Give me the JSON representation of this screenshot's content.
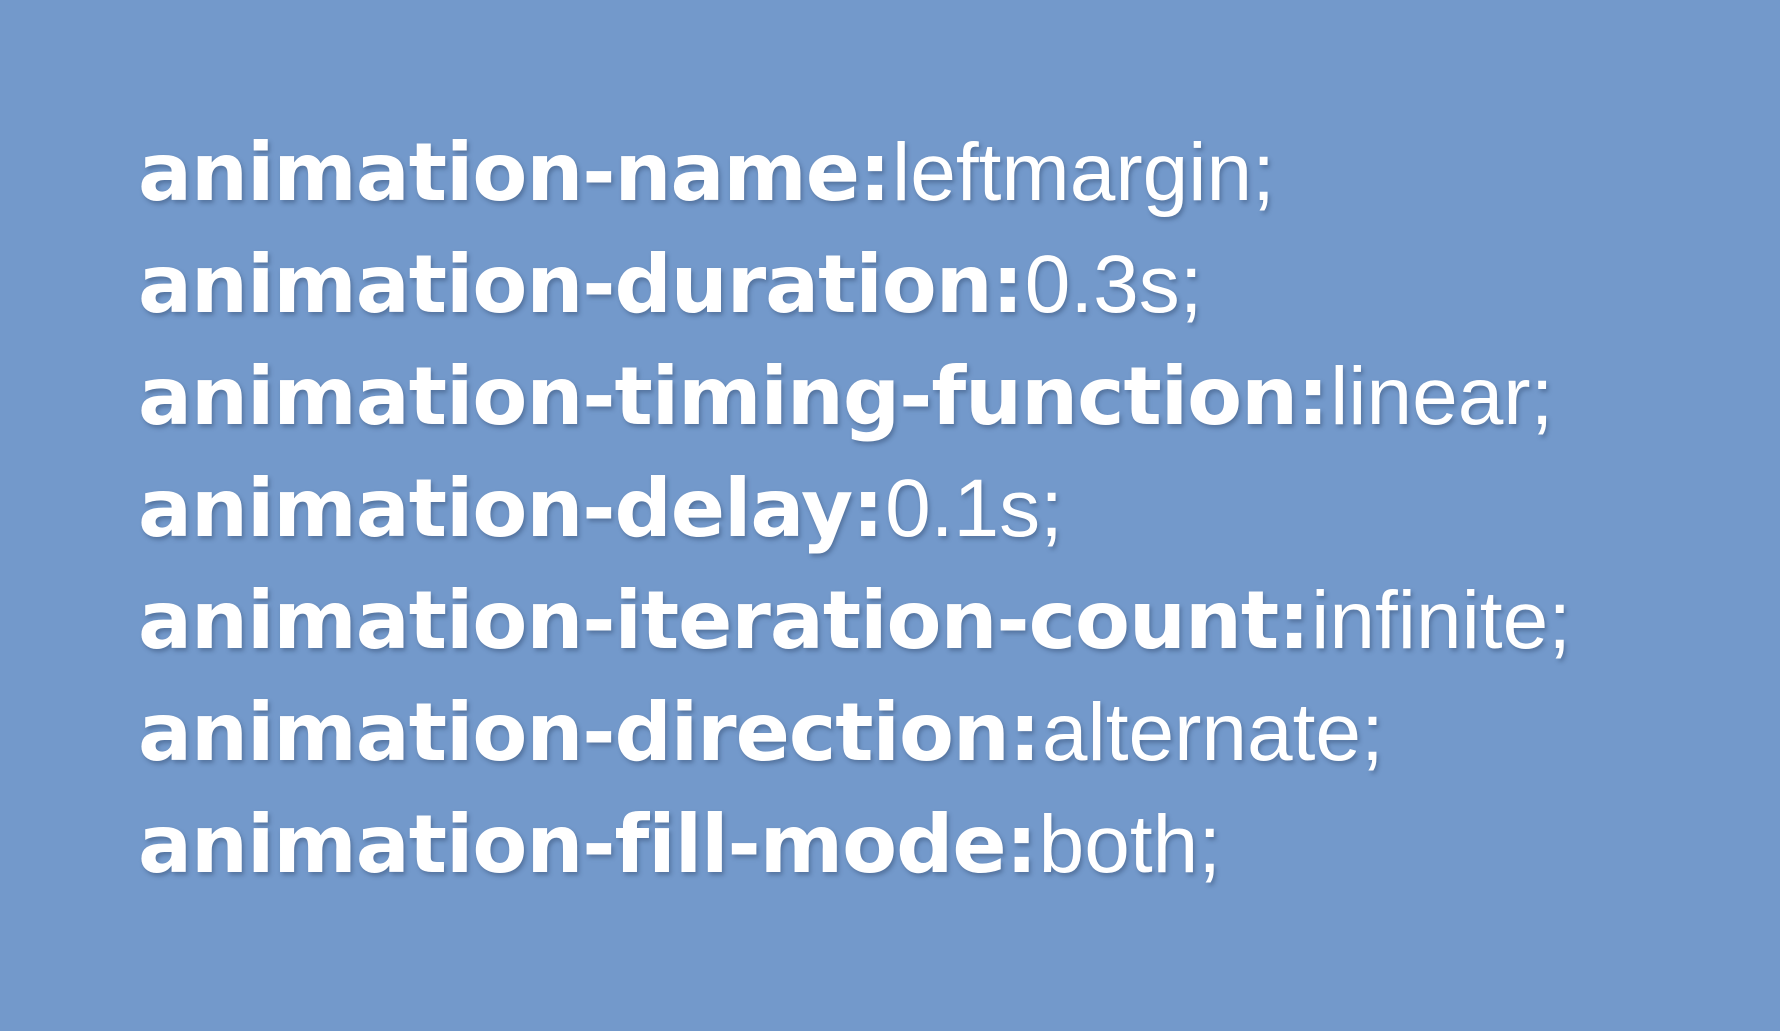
{
  "colors": {
    "background": "#7399cb",
    "text": "#ffffff"
  },
  "lines": [
    {
      "property": "animation-name",
      "value": "leftmargin;"
    },
    {
      "property": "animation-duration",
      "value": "0.3s;"
    },
    {
      "property": "animation-timing-function",
      "value": "linear;"
    },
    {
      "property": "animation-delay",
      "value": "0.1s;"
    },
    {
      "property": "animation-iteration-count",
      "value": "infinite;"
    },
    {
      "property": "animation-direction",
      "value": "alternate;"
    },
    {
      "property": "animation-fill-mode",
      "value": "both;"
    }
  ]
}
